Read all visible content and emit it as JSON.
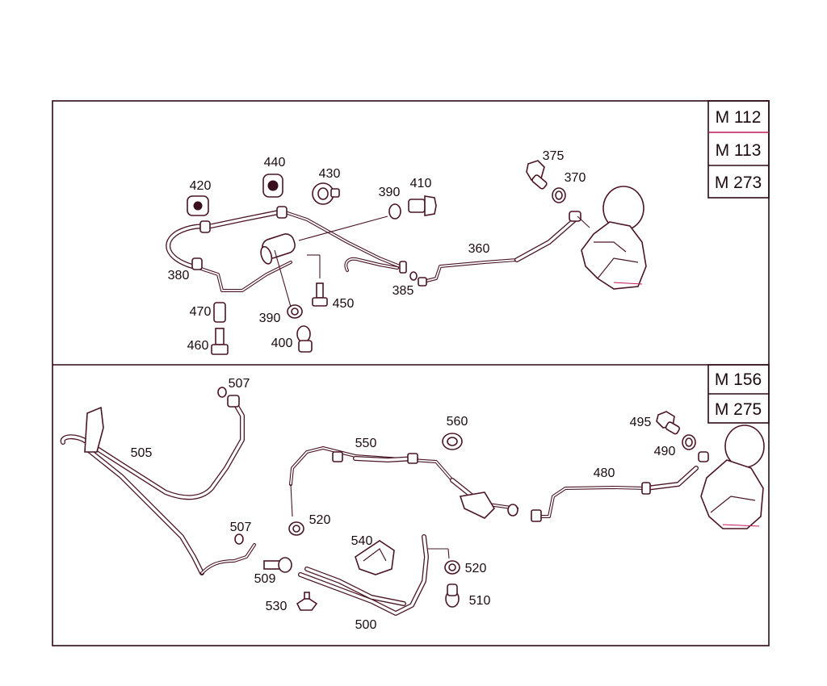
{
  "engine_codes": {
    "top": [
      "M 112",
      "M 113",
      "M 273"
    ],
    "bottom": [
      "M 156",
      "M 275"
    ]
  },
  "callouts": {
    "top": [
      "420",
      "440",
      "430",
      "390",
      "410",
      "375",
      "370",
      "380",
      "470",
      "460",
      "390",
      "400",
      "450",
      "385",
      "360"
    ],
    "bottom": [
      "507",
      "505",
      "507",
      "509",
      "530",
      "520",
      "550",
      "560",
      "540",
      "500",
      "520",
      "510",
      "495",
      "490",
      "480"
    ]
  },
  "colors": {
    "line": "#4a1525",
    "accent": "#c2185b",
    "frame": "#2b0a14"
  }
}
